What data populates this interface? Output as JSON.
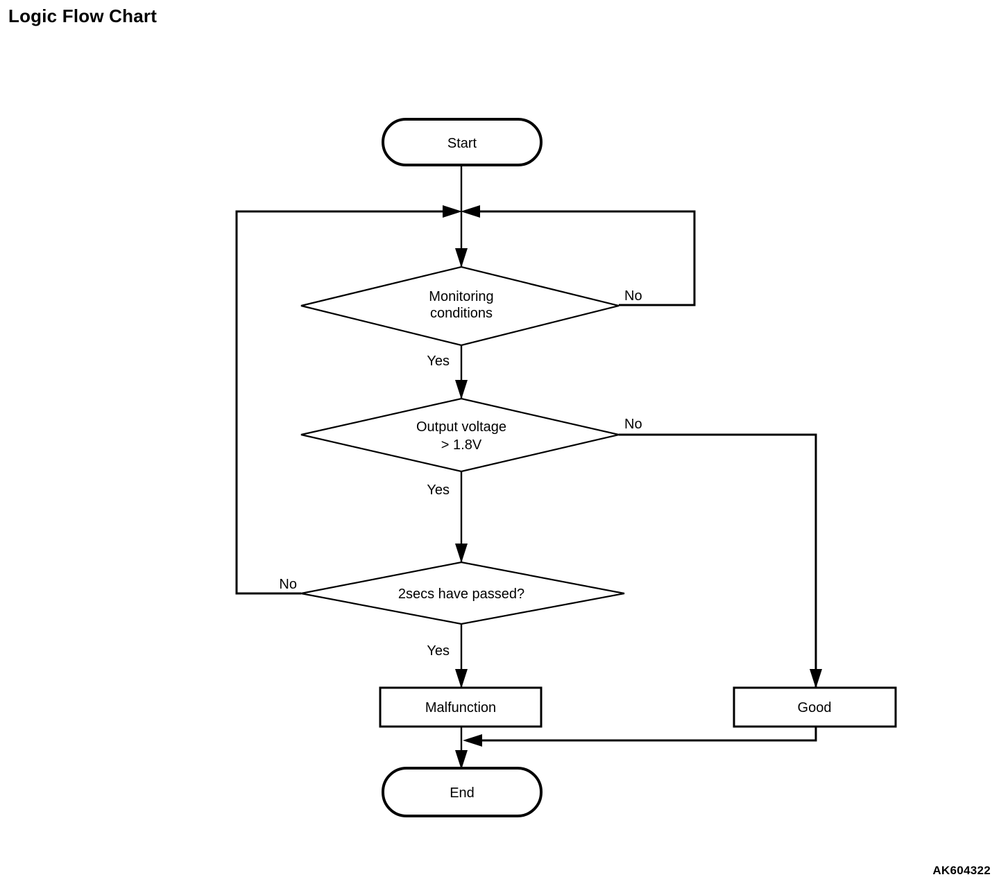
{
  "page": {
    "title": "Logic Flow Chart",
    "drawing_code": "AK604322",
    "background_color": "#ffffff",
    "line_color": "#000000"
  },
  "chart_data": {
    "type": "diagram",
    "subtype": "flowchart",
    "title": "Logic Flow Chart",
    "nodes": [
      {
        "id": "start",
        "shape": "terminator",
        "label": "Start"
      },
      {
        "id": "monitoring",
        "shape": "decision",
        "label": "Monitoring conditions",
        "label_lines": [
          "Monitoring",
          "conditions"
        ]
      },
      {
        "id": "voltage",
        "shape": "decision",
        "label": "Output voltage > 1.8V",
        "label_lines": [
          "Output voltage",
          "> 1.8V"
        ]
      },
      {
        "id": "timer",
        "shape": "decision",
        "label": "2secs have passed?",
        "label_lines": [
          "2secs have passed?"
        ]
      },
      {
        "id": "malfunction",
        "shape": "process",
        "label": "Malfunction"
      },
      {
        "id": "good",
        "shape": "process",
        "label": "Good"
      },
      {
        "id": "end",
        "shape": "terminator",
        "label": "End"
      }
    ],
    "edges": [
      {
        "from": "start",
        "to": "monitoring",
        "label": ""
      },
      {
        "from": "monitoring",
        "to": "voltage",
        "label": "Yes"
      },
      {
        "from": "monitoring",
        "to": "monitoring",
        "label": "No",
        "route": "right-loop-back"
      },
      {
        "from": "voltage",
        "to": "timer",
        "label": "Yes"
      },
      {
        "from": "voltage",
        "to": "good",
        "label": "No",
        "route": "right-down"
      },
      {
        "from": "timer",
        "to": "malfunction",
        "label": "Yes"
      },
      {
        "from": "timer",
        "to": "monitoring",
        "label": "No",
        "route": "left-loop-back"
      },
      {
        "from": "malfunction",
        "to": "end",
        "label": ""
      },
      {
        "from": "good",
        "to": "end",
        "label": "",
        "route": "down-left-merge"
      }
    ]
  },
  "nodes": {
    "start": {
      "label": "Start"
    },
    "monitoring": {
      "line1": "Monitoring",
      "line2": "conditions"
    },
    "voltage": {
      "line1": "Output voltage",
      "line2": "> 1.8V"
    },
    "timer": {
      "label": "2secs have passed?"
    },
    "malfunction": {
      "label": "Malfunction"
    },
    "good": {
      "label": "Good"
    },
    "end": {
      "label": "End"
    }
  },
  "edge_labels": {
    "monitoring_yes": "Yes",
    "monitoring_no": "No",
    "voltage_yes": "Yes",
    "voltage_no": "No",
    "timer_yes": "Yes",
    "timer_no": "No"
  }
}
